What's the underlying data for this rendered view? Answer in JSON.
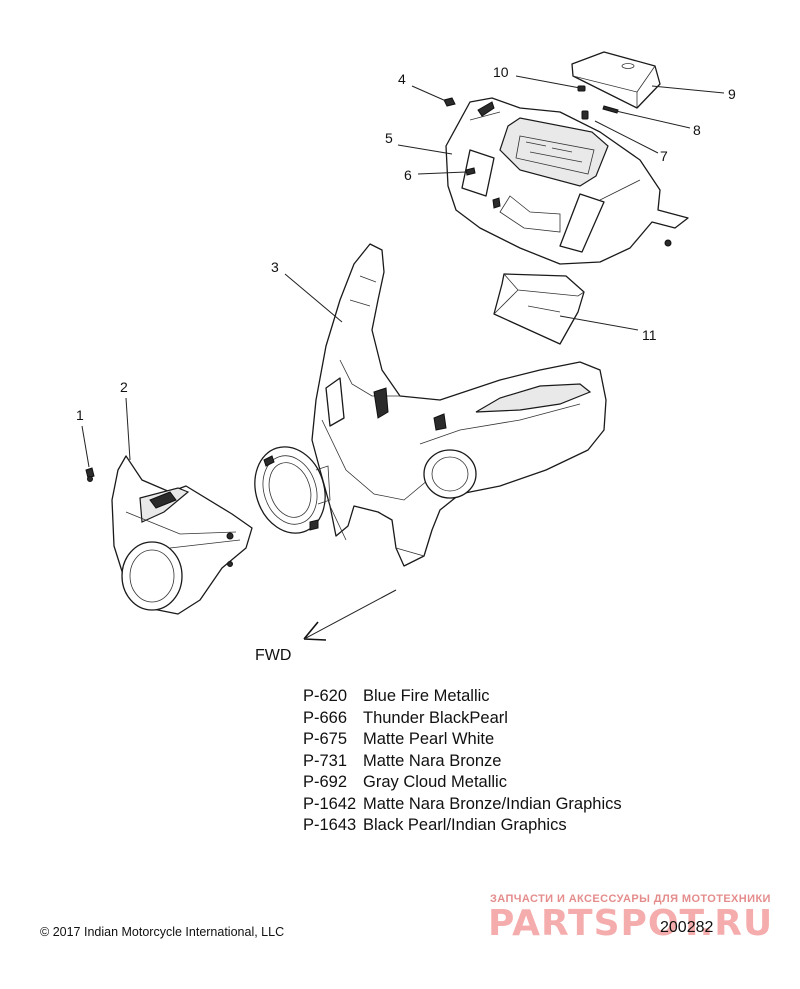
{
  "callouts": [
    {
      "id": "callout-1",
      "label": "1"
    },
    {
      "id": "callout-2",
      "label": "2"
    },
    {
      "id": "callout-3",
      "label": "3"
    },
    {
      "id": "callout-4",
      "label": "4"
    },
    {
      "id": "callout-5",
      "label": "5"
    },
    {
      "id": "callout-6",
      "label": "6"
    },
    {
      "id": "callout-7",
      "label": "7"
    },
    {
      "id": "callout-8",
      "label": "8"
    },
    {
      "id": "callout-9",
      "label": "9"
    },
    {
      "id": "callout-10",
      "label": "10"
    },
    {
      "id": "callout-11",
      "label": "11"
    }
  ],
  "direction_label": "FWD",
  "paint_codes": [
    {
      "code": "P-620",
      "name": "Blue Fire Metallic"
    },
    {
      "code": "P-666",
      "name": "Thunder BlackPearl"
    },
    {
      "code": "P-675",
      "name": "Matte Pearl White"
    },
    {
      "code": "P-731",
      "name": "Matte Nara Bronze"
    },
    {
      "code": "P-692",
      "name": "Gray Cloud Metallic"
    },
    {
      "code": "P-1642",
      "name": "Matte Nara Bronze/Indian Graphics"
    },
    {
      "code": "P-1643",
      "name": "Black Pearl/Indian Graphics"
    }
  ],
  "copyright": "2017 Indian Motorcycle International, LLC",
  "copyright_symbol": "©",
  "diagram_number": "200282",
  "watermark": {
    "tagline": "ЗАПЧАСТИ И АКСЕССУАРЫ ДЛЯ МОТОТЕХНИКИ",
    "logo_text": "PARTSPOT.RU"
  }
}
